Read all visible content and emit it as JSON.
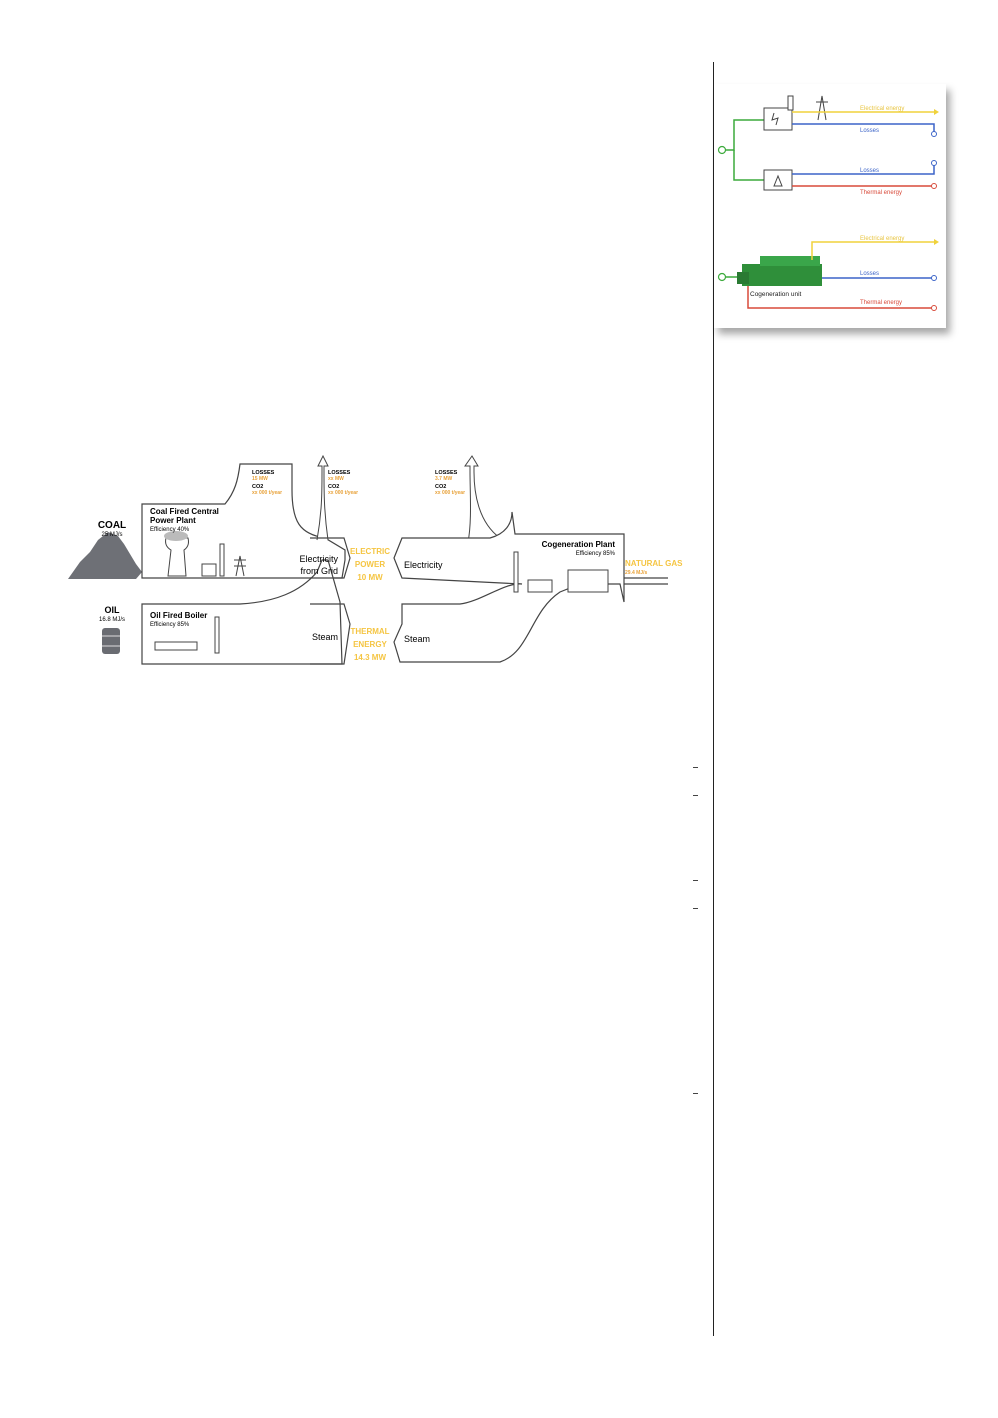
{
  "main_diagram": {
    "coal": {
      "label": "COAL",
      "value": "25 MJ/s"
    },
    "oil": {
      "label": "OIL",
      "value": "16.8 MJ/s"
    },
    "coal_plant": {
      "title_line1": "Coal Fired Central",
      "title_line2": "Power Plant",
      "efficiency": "Efficiency 40%"
    },
    "oil_boiler": {
      "title": "Oil Fired Boiler",
      "efficiency": "Efficiency 85%"
    },
    "cogen_plant": {
      "title": "Cogeneration Plant",
      "efficiency": "Efficiency 85%"
    },
    "losses_label": "LOSSES",
    "co2_label": "CO2",
    "losses_coal_value": "15 MW",
    "co2_coal_value": "xx 000 t/year",
    "losses_oil_value": "xx MW",
    "co2_oil_value": "xx 000 t/year",
    "losses_cogen_value": "3.7 MW",
    "co2_cogen_value": "xx 000 t/year",
    "electricity_from_grid_line1": "Electricity",
    "electricity_from_grid_line2": "from Grid",
    "steam_left": "Steam",
    "electricity_right": "Electricity",
    "steam_right": "Steam",
    "electric_power": {
      "line1": "ELECTRIC",
      "line2": "POWER",
      "line3": "10 MW"
    },
    "thermal_energy": {
      "line1": "THERMAL",
      "line2": "ENERGY",
      "line3": "14.3 MW"
    },
    "natural_gas": {
      "label": "NATURAL GAS",
      "value": "29.4 MJ/s"
    }
  },
  "side_diagram": {
    "electrical_energy_top": "Electrical energy",
    "losses_top1": "Losses",
    "losses_top2": "Losses",
    "thermal_energy_top": "Thermal energy",
    "electrical_energy_bottom": "Electrical energy",
    "losses_bottom": "Losses",
    "cogeneration_unit": "Cogeneration unit",
    "thermal_energy_bottom": "Thermal energy"
  },
  "colors": {
    "yellow_line": "#f0d23c",
    "blue_line": "#3c64c8",
    "red_line": "#d84a3a",
    "green_line": "#3caa3c",
    "accent_text": "#f5c542",
    "cogen_green": "#2f8f3a"
  }
}
